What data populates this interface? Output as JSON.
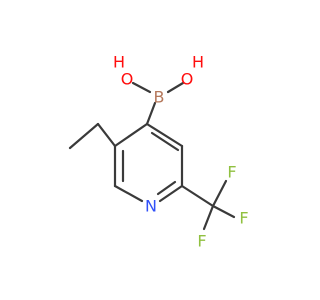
{
  "molecule": {
    "atoms": {
      "oh_left": "O",
      "h_left": "H",
      "oh_right": "O",
      "h_right": "H",
      "boron": "B",
      "nitrogen": "N",
      "f_top": "F",
      "f_mid": "F",
      "f_bottom": "F"
    }
  },
  "colors": {
    "bond": "#3a3a3a",
    "oxygen": "#ff0d0d",
    "boron": "#b5785b",
    "nitrogen": "#3050f8",
    "fluorine": "#90c040"
  }
}
